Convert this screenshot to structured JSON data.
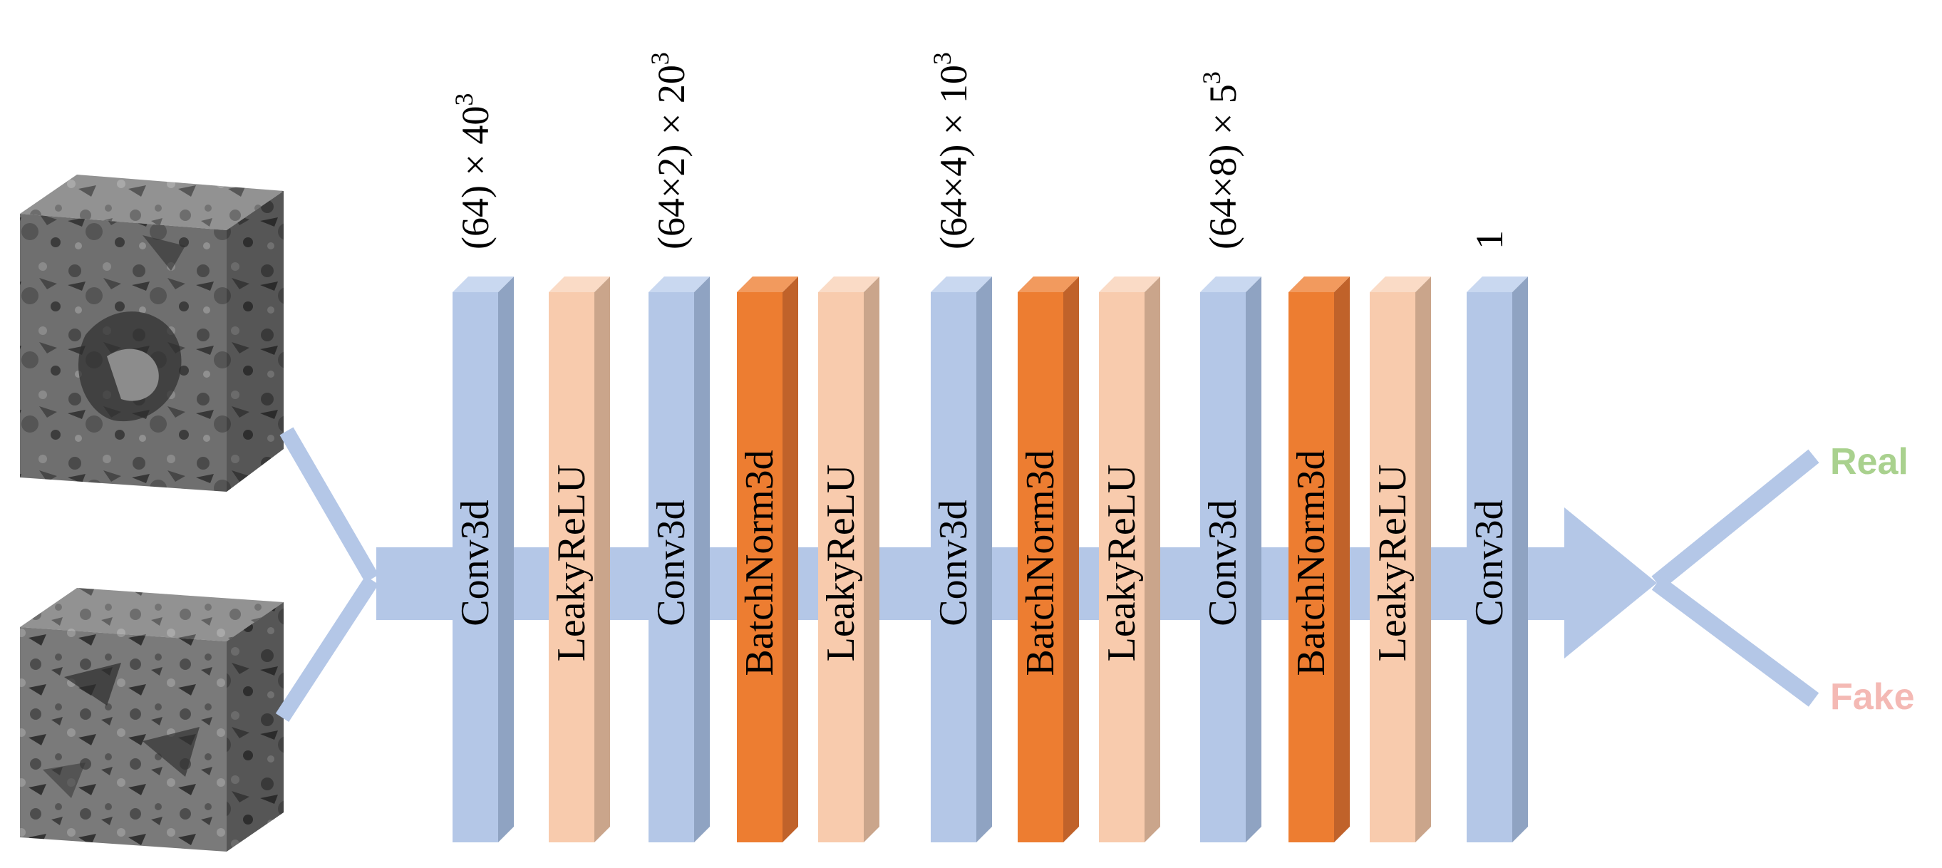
{
  "colors": {
    "conv_front": "#b4c7e7",
    "conv_side": "#8fa3c2",
    "conv_top": "#c9d8f0",
    "leaky_front": "#f8cbad",
    "leaky_side": "#caa58b",
    "leaky_top": "#fadbc6",
    "bn_front": "#ed7d31",
    "bn_side": "#c0622a",
    "bn_top": "#f29a5e",
    "flow": "#b4c7e7",
    "real_text": "#a9d18e",
    "fake_text": "#f4b9b4"
  },
  "layers": [
    {
      "label": "Conv3d",
      "kind": "conv",
      "dim": {
        "base": "(64) ×  40",
        "sup": "3"
      }
    },
    {
      "label": "LeakyReLU",
      "kind": "leaky"
    },
    {
      "label": "Conv3d",
      "kind": "conv",
      "dim": {
        "base": "(64×2) × 20",
        "sup": "3"
      }
    },
    {
      "label": "BatchNorm3d",
      "kind": "bn"
    },
    {
      "label": "LeakyReLU",
      "kind": "leaky"
    },
    {
      "label": "Conv3d",
      "kind": "conv",
      "dim": {
        "base": "(64×4) × 10",
        "sup": "3"
      }
    },
    {
      "label": "BatchNorm3d",
      "kind": "bn"
    },
    {
      "label": "LeakyReLU",
      "kind": "leaky"
    },
    {
      "label": "Conv3d",
      "kind": "conv",
      "dim": {
        "base": "(64×8) × 5",
        "sup": "3"
      }
    },
    {
      "label": "BatchNorm3d",
      "kind": "bn"
    },
    {
      "label": "LeakyReLU",
      "kind": "leaky"
    },
    {
      "label": "Conv3d",
      "kind": "conv",
      "dim": {
        "base": "1",
        "sup": ""
      }
    }
  ],
  "outputs": {
    "real": "Real",
    "fake": "Fake"
  },
  "inputs": [
    "volume-cube-real",
    "volume-cube-generated"
  ]
}
